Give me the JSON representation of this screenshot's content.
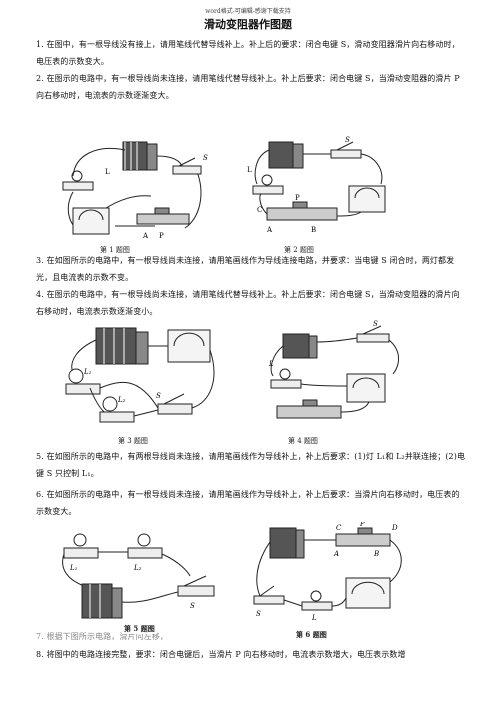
{
  "header": "word格式-可编辑-感谢下载支持",
  "title": "滑动变阻器作图题",
  "q1": "1. 在图中，有一根导线没有接上，请用笔线代替导线补上。补上后的要求：闭合电键 S，滑动变阻器滑片向右移动时，电压表的示数变大。",
  "q2": "2. 在图示的电路中，有一根导线尚未连接，请用笔线代替导线补上。补上后要求：闭合电键 S，当滑动变阻器的滑片 P 向右移动时，电流表的示数逐渐变大。",
  "cap1": "第 1 题图",
  "cap2": "第 2 题图",
  "q3": "3. 在如图所示的电路中，有一根导线尚未连接，请用笔画线作为导线连接电路，并要求：当电键 S 闭合时，两灯都发光，且电流表的示数不变。",
  "q4": "4. 在图示的电路中，有一根导线尚未连接，请用笔线代替导线补上。补上后要求：闭合电键 S，当滑动变阻器的滑片向右移动时，电流表示数逐渐变小。",
  "cap3": "第 3 题图",
  "cap4": "第 4 题图",
  "q5": "5. 在如图所示的电路中，有两根导线尚未连接，请用笔画线作为导线补上，补上后要求：(1)灯 L₁和 L₂并联连接；(2)电键 S 只控制 L₁。",
  "q6": "6. 在如图所示的电路中，有一根导线尚未连接，请用笔画线作为导线补上，补上后要求：当滑片向右移动时，电压表的示数变大。",
  "cap5": "第 5 题图",
  "cap6": "第 6 题图",
  "q7": "7. 根据下图所示电路，滑片向左移，",
  "q8": "8. 将图中的电路连接完整，要求：闭合电键后，当滑片 P 向右移动时，电流表示数增大，电压表示数增",
  "labels": {
    "S": "S",
    "L": "L",
    "A": "A",
    "B": "B",
    "C": "C",
    "D": "D",
    "P": "P",
    "L1": "L₁",
    "L2": "L₂",
    "L3": "L₂"
  }
}
